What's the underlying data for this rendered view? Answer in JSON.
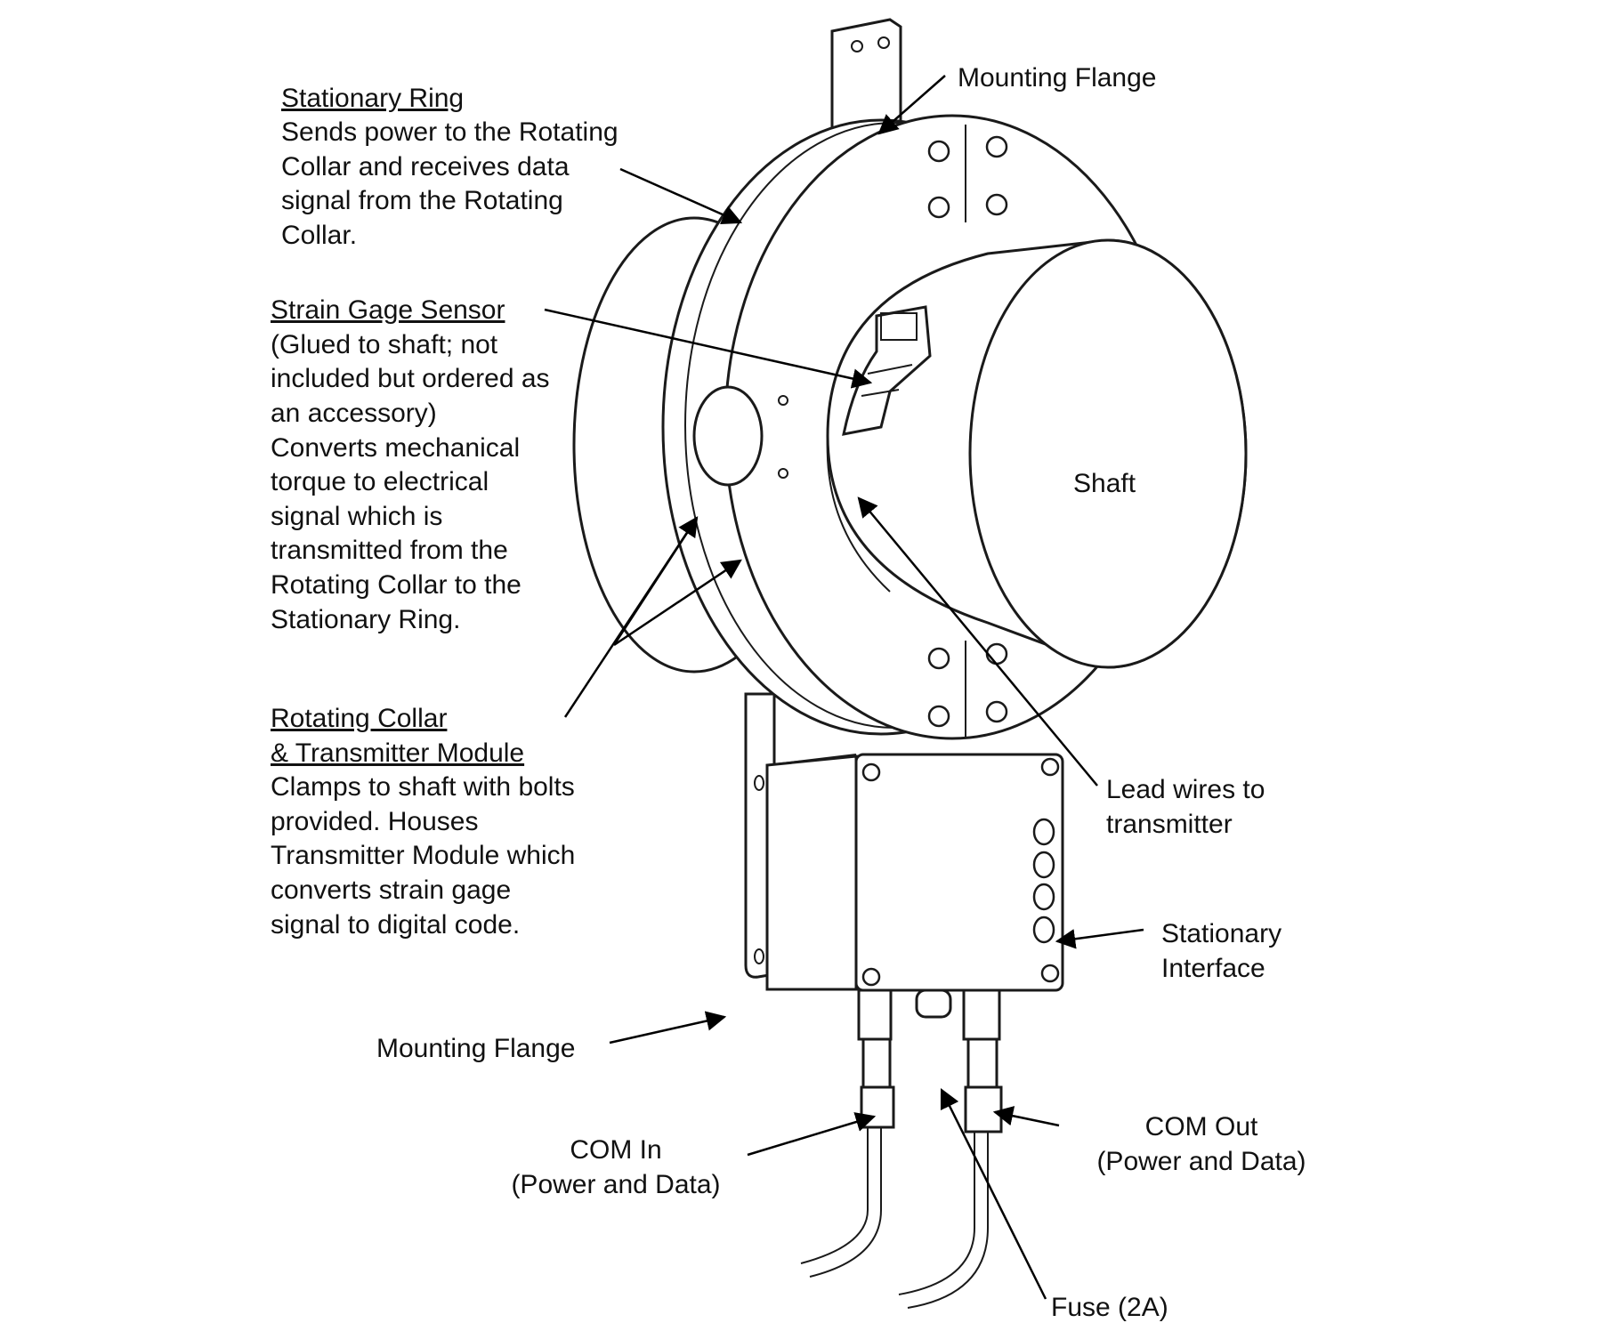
{
  "labels": {
    "mounting_flange_top": "Mounting Flange",
    "stationary_ring_title": "Stationary Ring",
    "stationary_ring_desc": [
      "Sends power to the Rotating",
      "Collar and receives data",
      "signal from the Rotating",
      "Collar."
    ],
    "strain_gage_title": "Strain Gage Sensor",
    "strain_gage_desc": [
      "(Glued to shaft; not",
      "included but ordered as",
      "an accessory)",
      "Converts mechanical",
      "torque to electrical",
      "signal which is",
      "transmitted from the",
      "Rotating Collar to the",
      "Stationary Ring."
    ],
    "rotating_collar_title_1": "Rotating Collar",
    "rotating_collar_title_2": "& Transmitter Module",
    "rotating_collar_desc": [
      "Clamps to shaft with bolts",
      "provided. Houses",
      "Transmitter Module which",
      "converts strain gage",
      "signal to digital code."
    ],
    "shaft": "Shaft",
    "lead_wires": [
      "Lead wires to",
      "transmitter"
    ],
    "stationary_interface": [
      "Stationary",
      "Interface"
    ],
    "mounting_flange_bottom": "Mounting Flange",
    "com_in": [
      "COM In",
      "(Power and Data)"
    ],
    "com_out": [
      "COM Out",
      "(Power and Data)"
    ],
    "fuse": "Fuse (2A)"
  }
}
